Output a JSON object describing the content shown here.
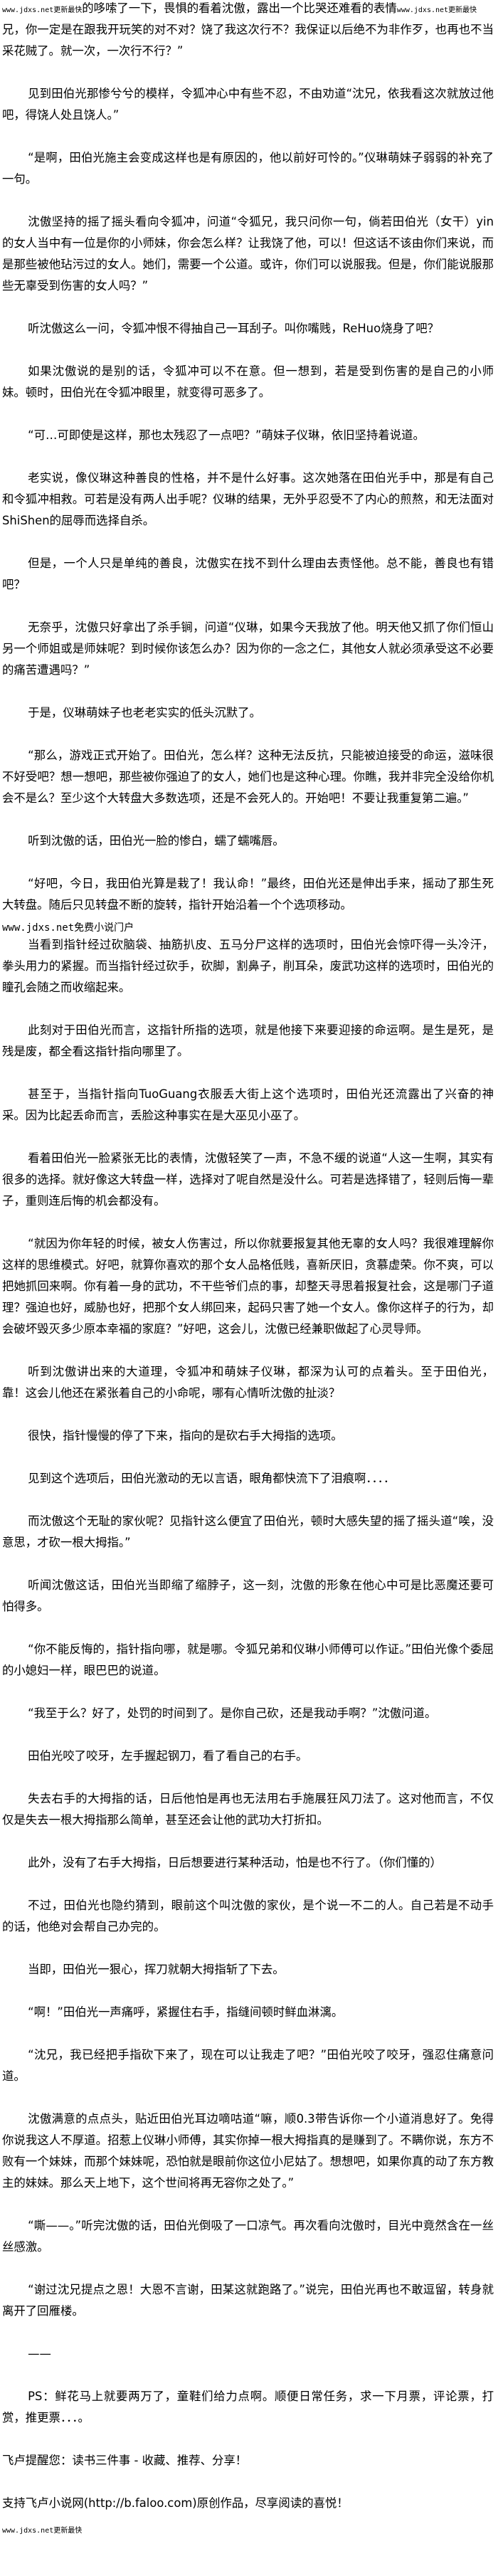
{
  "watermarks": {
    "top_left": "www.jdxs.net更新最快",
    "top_right": "www.jdxs.net更新最快",
    "mid": "www.jdxs.net免费小说门户",
    "bottom": "www.jdxs.net更新最快"
  },
  "first_line": "的哆嗦了一下，畏惧的看着沈傲，露出一个比哭还难看的表情",
  "paragraphs": [
    {
      "indent": false,
      "text": "兄，你一定是在跟我开玩笑的对不对？饶了我这次行不？我保证以后绝不为非作歹，也再也不当采花贼了。就一次，一次行不行？”"
    },
    {
      "indent": true,
      "text": "见到田伯光那惨兮兮的模样，令狐冲心中有些不忍，不由劝道“沈兄，依我看这次就放过他吧，得饶人处且饶人。”"
    },
    {
      "indent": true,
      "text": "“是啊，田伯光施主会变成这样也是有原因的，他以前好可怜的。”仪琳萌妹子弱弱的补充了一句。"
    },
    {
      "indent": true,
      "text": "沈傲坚持的摇了摇头看向令狐冲，问道“令狐兄，我只问你一句，倘若田伯光（女干）yin的女人当中有一位是你的小师妹，你会怎么样？让我饶了他，可以！但这话不该由你们来说，而是那些被他玷污过的女人。她们，需要一个公道。或许，你们可以说服我。但是，你们能说服那些无辜受到伤害的女人吗？”"
    },
    {
      "indent": true,
      "text": "听沈傲这么一问，令狐冲恨不得抽自己一耳刮子。叫你嘴贱，ReHuo烧身了吧？"
    },
    {
      "indent": true,
      "text": "如果沈傲说的是别的话，令狐冲可以不在意。但一想到，若是受到伤害的是自己的小师妹。顿时，田伯光在令狐冲眼里，就变得可恶多了。"
    },
    {
      "indent": true,
      "text": "“可…可即使是这样，那也太残忍了一点吧？”萌妹子仪琳，依旧坚持着说道。"
    },
    {
      "indent": true,
      "text": "老实说，像仪琳这种善良的性格，并不是什么好事。这次她落在田伯光手中，那是有自己和令狐冲相救。可若是没有两人出手呢？仪琳的结果，无外乎忍受不了内心的煎熬，和无法面对ShiShen的屈辱而选择自杀。"
    },
    {
      "indent": true,
      "text": "但是，一个人只是单纯的善良，沈傲实在找不到什么理由去责怪他。总不能，善良也有错吧？"
    },
    {
      "indent": true,
      "text": "无奈乎，沈傲只好拿出了杀手锏，问道“仪琳，如果今天我放了他。明天他又抓了你们恒山另一个师姐或是师妹呢？到时候你该怎么办？因为你的一念之仁，其他女人就必须承受这不必要的痛苦遭遇吗？”"
    },
    {
      "indent": true,
      "text": "于是，仪琳萌妹子也老老实实的低头沉默了。"
    },
    {
      "indent": true,
      "text": "“那么，游戏正式开始了。田伯光，怎么样？这种无法反抗，只能被迫接受的命运，滋味很不好受吧？想一想吧，那些被你强迫了的女人，她们也是这种心理。你瞧，我并非完全没给你机会不是么？至少这个大转盘大多数选项，还是不会死人的。开始吧！不要让我重复第二遍。”"
    },
    {
      "indent": true,
      "text": "听到沈傲的话，田伯光一脸的惨白，蠕了蠕嘴唇。"
    },
    {
      "indent": true,
      "text": "“好吧，今日，我田伯光算是栽了！我认命！”最终，田伯光还是伸出手来，摇动了那生死大转盘。随后只见转盘不断的旋转，指针开始沿着一个个选项移动。",
      "watermark_after": true
    },
    {
      "indent": true,
      "tight": true,
      "text": "当看到指针经过砍脑袋、抽筋扒皮、五马分尸这样的选项时，田伯光会惊吓得一头冷汗，拳头用力的紧握。而当指针经过砍手，砍脚，割鼻子，削耳朵，废武功这样的选项时，田伯光的瞳孔会随之而收缩起来。"
    },
    {
      "indent": true,
      "text": "此刻对于田伯光而言，这指针所指的选项，就是他接下来要迎接的命运啊。是生是死，是残是废，都全看这指针指向哪里了。"
    },
    {
      "indent": true,
      "text": "甚至于，当指针指向TuoGuang衣服丢大街上这个选项时，田伯光还流露出了兴奋的神采。因为比起丢命而言，丢脸这种事实在是大巫见小巫了。"
    },
    {
      "indent": true,
      "text": "看着田伯光一脸紧张无比的表情，沈傲轻笑了一声，不急不缓的说道“人这一生啊，其实有很多的选择。就好像这大转盘一样，选择对了呢自然是没什么。可若是选择错了，轻则后悔一辈子，重则连后悔的机会都没有。"
    },
    {
      "indent": true,
      "text": "“就因为你年轻的时候，被女人伤害过，所以你就要报复其他无辜的女人吗？我很难理解你这样的思维模式。好吧，就算你喜欢的那个女人品格低贱，喜新厌旧，贪慕虚荣。你不爽，可以把她抓回来啊。你有着一身的武功，不干些爷们点的事，却整天寻思着报复社会，这是哪门子道理？强迫也好，威胁也好，把那个女人绑回来，起码只害了她一个女人。像你这样子的行为，却会破坏毁灭多少原本幸福的家庭？”好吧，这会儿，沈傲已经兼职做起了心灵导师。"
    },
    {
      "indent": true,
      "text": "听到沈傲讲出来的大道理，令狐冲和萌妹子仪琳，都深为认可的点着头。至于田伯光，靠！这会儿他还在紧张着自己的小命呢，哪有心情听沈傲的扯淡？"
    },
    {
      "indent": true,
      "text": "很快，指针慢慢的停了下来，指向的是砍右手大拇指的选项。"
    },
    {
      "indent": true,
      "text": "见到这个选项后，田伯光激动的无以言语，眼角都快流下了泪痕啊．．．．"
    },
    {
      "indent": true,
      "text": "而沈傲这个无耻的家伙呢？见指针这么便宜了田伯光，顿时大感失望的摇了摇头道“唉，没意思，才砍一根大拇指。”"
    },
    {
      "indent": true,
      "text": "听闻沈傲这话，田伯光当即缩了缩脖子，这一刻，沈傲的形象在他心中可是比恶魔还要可怕得多。"
    },
    {
      "indent": true,
      "text": "“你不能反悔的，指针指向哪，就是哪。令狐兄弟和仪琳小师傅可以作证。”田伯光像个委屈的小媳妇一样，眼巴巴的说道。"
    },
    {
      "indent": true,
      "text": "“我至于么？好了，处罚的时间到了。是你自己砍，还是我动手啊？”沈傲问道。"
    },
    {
      "indent": true,
      "text": "田伯光咬了咬牙，左手握起钢刀，看了看自己的右手。"
    },
    {
      "indent": true,
      "text": "失去右手的大拇指的话，日后他怕是再也无法用右手施展狂风刀法了。这对他而言，不仅仅是失去一根大拇指那么简单，甚至还会让他的武功大打折扣。"
    },
    {
      "indent": true,
      "text": "此外，没有了右手大拇指，日后想要进行某种活动，怕是也不行了。（你们懂的）"
    },
    {
      "indent": true,
      "text": "不过，田伯光也隐约猜到，眼前这个叫沈傲的家伙，是个说一不二的人。自己若是不动手的话，他绝对会帮自己办完的。"
    },
    {
      "indent": true,
      "text": "当即，田伯光一狠心，挥刀就朝大拇指斩了下去。"
    },
    {
      "indent": true,
      "text": "“啊！”田伯光一声痛呼，紧握住右手，指缝间顿时鲜血淋漓。"
    },
    {
      "indent": true,
      "text": "“沈兄，我已经把手指砍下来了，现在可以让我走了吧？”田伯光咬了咬牙，强忍住痛意问道。"
    },
    {
      "indent": true,
      "text": "沈傲满意的点点头，贴近田伯光耳边嘀咕道“嘛，顺0.3带告诉你一个小道消息好了。免得你说我这人不厚道。招惹上仪琳小师傅，其实你掉一根大拇指真的是赚到了。不瞒你说，东方不败有一个妹妹，而那个妹妹呢，恐怕就是眼前你这位小尼姑了。想想吧，如果你真的动了东方教主的妹妹。那么天上地下，这个世间将再无容你之处了。”"
    },
    {
      "indent": true,
      "text": "“嘶——。”听完沈傲的话，田伯光倒吸了一口凉气。再次看向沈傲时，目光中竟然含在一丝丝感激。"
    },
    {
      "indent": true,
      "text": "“谢过沈兄提点之恩！大恩不言谢，田某这就跑路了。”说完，田伯光再也不敢逗留，转身就离开了回雁楼。"
    },
    {
      "indent": true,
      "text": "——"
    },
    {
      "indent": true,
      "text": "PS：鲜花马上就要两万了，童鞋们给力点啊。顺便日常任务，求一下月票，评论票，打赏，推更票．．．。"
    }
  ],
  "footer": {
    "reminder": "飞卢提醒您：读书三件事 - 收藏、推荐、分享！",
    "support": "支持飞卢小说网(http://b.faloo.com)原创作品，尽享阅读的喜悦！"
  }
}
